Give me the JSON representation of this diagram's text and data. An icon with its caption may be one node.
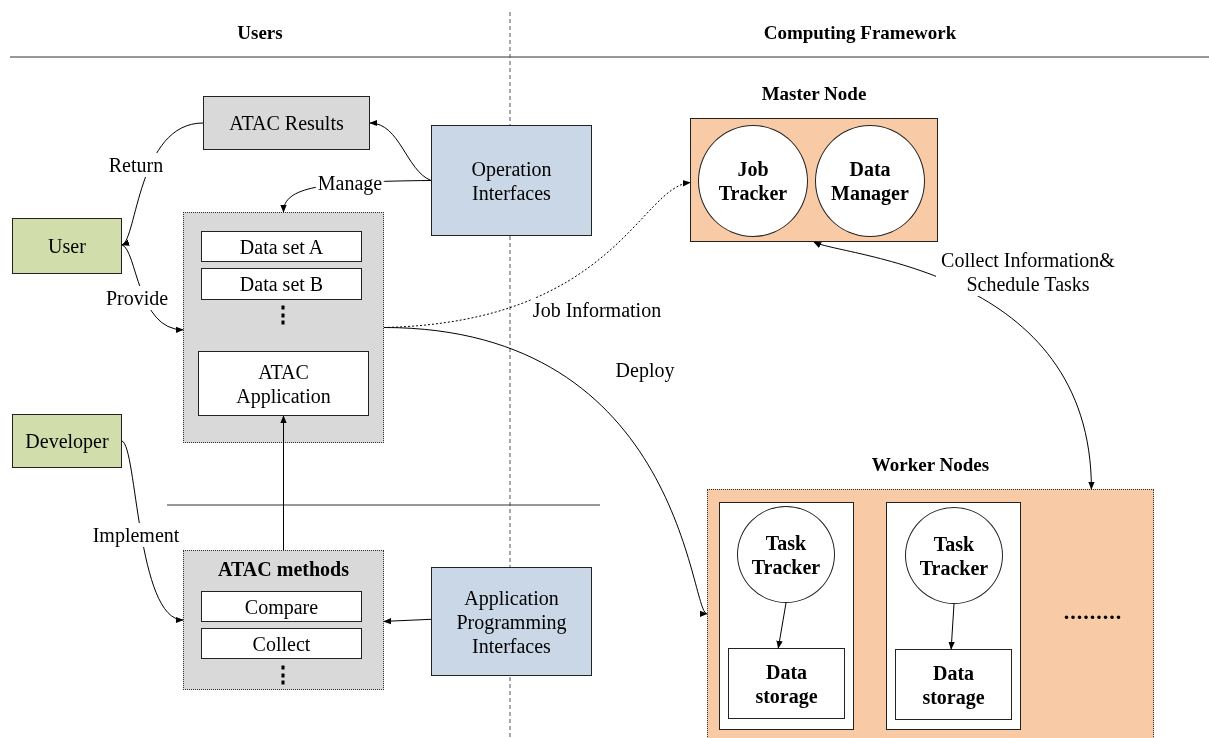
{
  "diagram": {
    "nodes": [
      {
        "text": [
          "ATAC Results"
        ]
      },
      {
        "text": [
          "Operation Interfaces"
        ]
      },
      {
        "text": [
          "User"
        ]
      },
      {
        "text": [],
        "shape": "box"
      },
      {
        "text": [
          "Data set A"
        ],
        "in": 3
      },
      {
        "text": [
          "Data set B"
        ],
        "in": 3
      },
      {
        "text": [
          "ATAC Application"
        ],
        "in": 3
      },
      {
        "text": [
          "Developer"
        ]
      },
      {
        "text": [
          "ATAC methods"
        ]
      },
      {
        "text": [
          "Compare"
        ],
        "in": 8
      },
      {
        "text": [
          "Collect"
        ],
        "in": 8
      },
      {
        "text": [
          "Application Programming Interfaces"
        ]
      },
      {
        "text": [
          "Master Node"
        ]
      },
      {
        "text": [
          "Job Tracker"
        ],
        "in": 12
      },
      {
        "text": [
          "Data Manager"
        ],
        "in": 12
      },
      {
        "text": [
          "Worker Nodes"
        ]
      },
      {
        "text": [],
        "shape": "box",
        "in": 15
      },
      {
        "text": [
          "Task Tracker"
        ],
        "in": 16
      },
      {
        "text": [
          "Data storage"
        ],
        "in": 16
      },
      {
        "text": [],
        "shape": "box",
        "in": 15
      },
      {
        "text": [
          "Task Tracker"
        ],
        "in": 19
      },
      {
        "text": [
          "Data storage"
        ],
        "in": 19
      }
    ],
    "edges": [
      {
        "from": 0,
        "to": 2,
        "label": "Return",
        "arrow": "to"
      },
      {
        "from": 2,
        "to": 3,
        "label": "Provide",
        "arrow": "to"
      },
      {
        "from": 1,
        "to": 0,
        "arrow": "to"
      },
      {
        "from": 1,
        "to": 3,
        "label": "Manage",
        "arrow": "to"
      },
      {
        "from": 3,
        "to": 12,
        "label": "Job Information",
        "arrow": "to",
        "style": "dashed"
      },
      {
        "from": 3,
        "to": 15,
        "label": "Deploy",
        "arrow": "to"
      },
      {
        "from": 12,
        "to": 15,
        "label": "Collect Information& Schedule Tasks",
        "arrow": "both"
      },
      {
        "from": 8,
        "to": 6,
        "arrow": "to"
      },
      {
        "from": 7,
        "to": 8,
        "label": "Implement",
        "arrow": "to"
      },
      {
        "from": 11,
        "to": 8,
        "arrow": "to"
      },
      {
        "from": 17,
        "to": 18,
        "arrow": "to"
      },
      {
        "from": 20,
        "to": 21,
        "arrow": "to"
      }
    ],
    "labels": [
      "Users",
      "Computing Framework",
      "⋮",
      ".........",
      "⋮"
    ]
  }
}
